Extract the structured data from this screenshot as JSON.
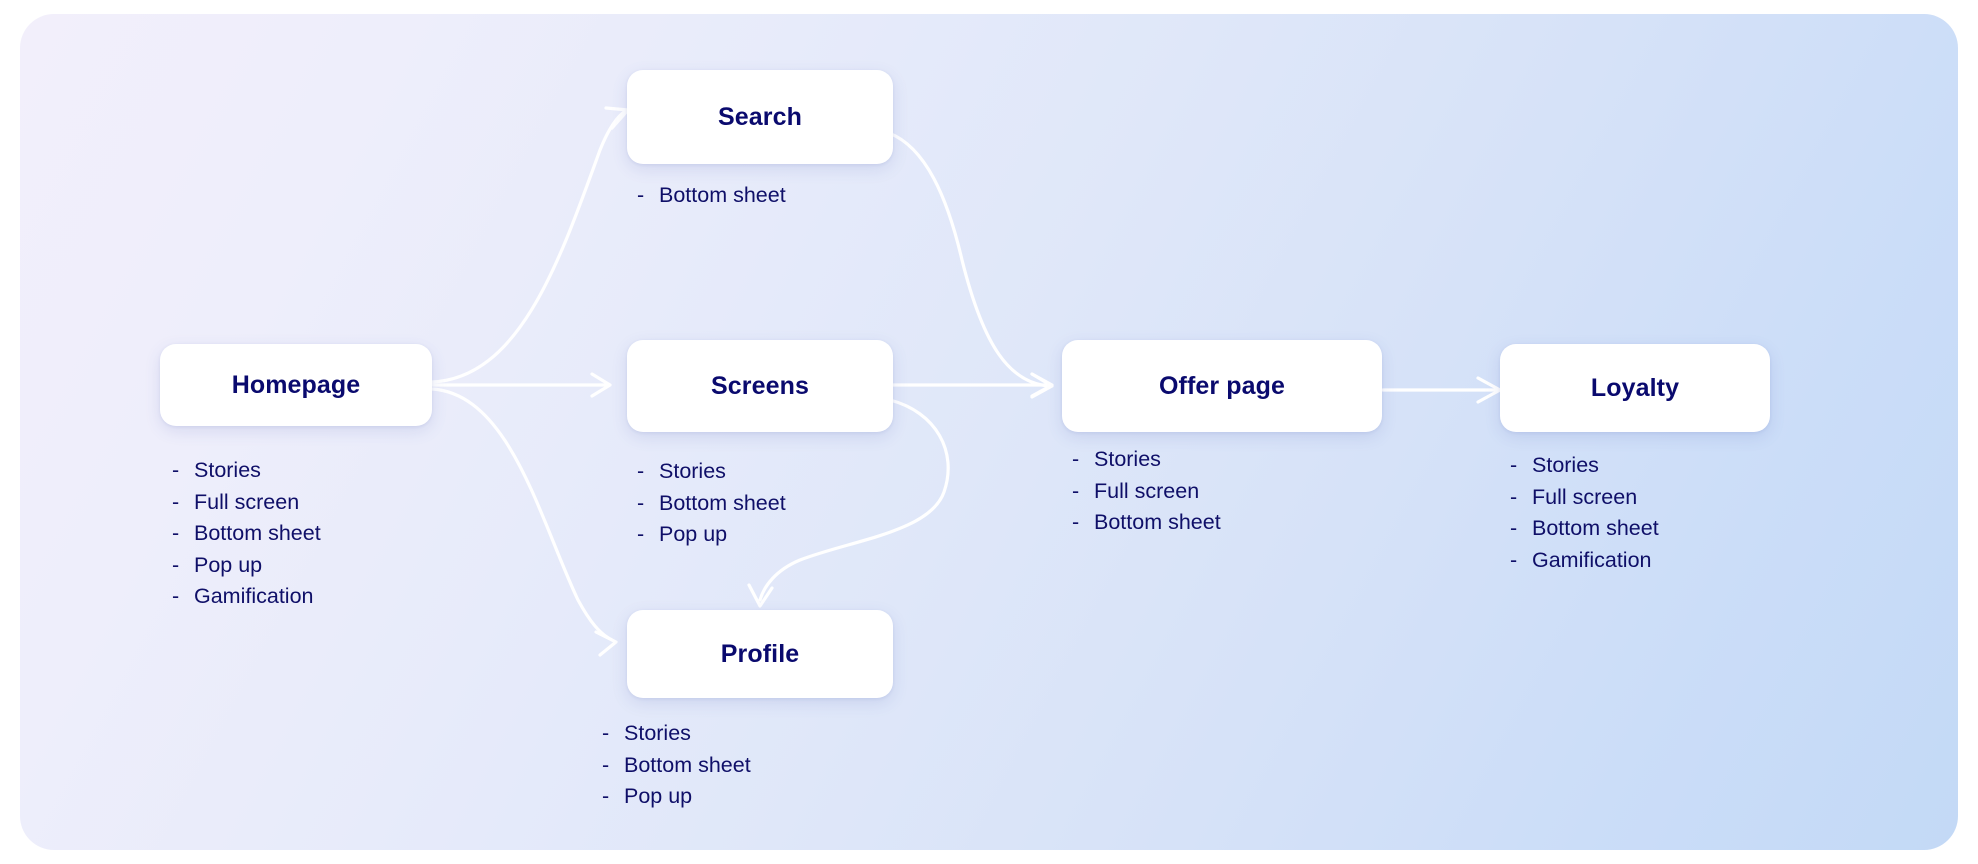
{
  "diagram": {
    "type": "flow-diagram",
    "background": {
      "gradient_from": "#f2effb",
      "gradient_to": "#c3d9f6",
      "page": "#ffffff"
    },
    "node_style": {
      "fill": "#ffffff",
      "title_color": "#0a0a6e",
      "list_color": "#0f0f68",
      "arrow_color": "#ffffff"
    },
    "nodes": [
      {
        "id": "homepage",
        "title": "Homepage",
        "items": [
          "Stories",
          "Full screen",
          "Bottom sheet",
          "Pop up",
          "Gamification"
        ]
      },
      {
        "id": "search",
        "title": "Search",
        "items": [
          "Bottom sheet"
        ]
      },
      {
        "id": "screens",
        "title": "Screens",
        "items": [
          "Stories",
          "Bottom sheet",
          "Pop up"
        ]
      },
      {
        "id": "profile",
        "title": "Profile",
        "items": [
          "Stories",
          "Bottom sheet",
          "Pop up"
        ]
      },
      {
        "id": "offer-page",
        "title": "Offer page",
        "items": [
          "Stories",
          "Full screen",
          "Bottom sheet"
        ]
      },
      {
        "id": "loyalty",
        "title": "Loyalty",
        "items": [
          "Stories",
          "Full screen",
          "Bottom sheet",
          "Gamification"
        ]
      }
    ],
    "edges": [
      {
        "from": "homepage",
        "to": "search"
      },
      {
        "from": "homepage",
        "to": "screens"
      },
      {
        "from": "homepage",
        "to": "profile"
      },
      {
        "from": "search",
        "to": "offer-page"
      },
      {
        "from": "screens",
        "to": "offer-page"
      },
      {
        "from": "screens",
        "to": "profile"
      },
      {
        "from": "offer-page",
        "to": "loyalty"
      }
    ],
    "bullet_marker": "-"
  }
}
